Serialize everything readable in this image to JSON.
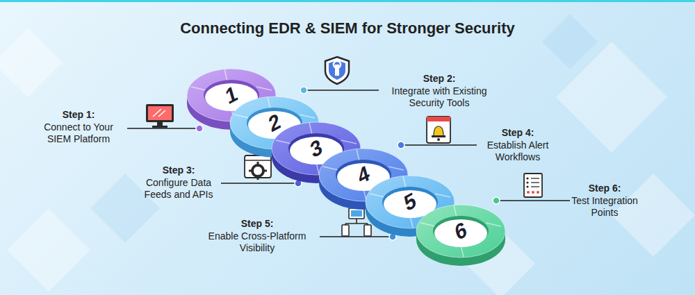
{
  "diagram": {
    "title": "Connecting EDR & SIEM for Stronger Security",
    "nodes": [
      {
        "text": [
          "1"
        ]
      },
      {
        "text": [
          "2"
        ]
      },
      {
        "text": [
          "3"
        ]
      },
      {
        "text": [
          "4"
        ]
      },
      {
        "text": [
          "5"
        ]
      },
      {
        "text": [
          "6"
        ]
      }
    ],
    "labels": [
      "Step 1:",
      "Connect to Your SIEM Platform",
      "Step 2:",
      "Integrate with Existing Security Tools",
      "Step 3:",
      "Configure Data Feeds and APIs",
      "Step 4:",
      "Establish Alert Workflows",
      "Step 5:",
      "Enable Cross-Platform Visibility",
      "Step 6:",
      "Test Integration Points"
    ]
  }
}
